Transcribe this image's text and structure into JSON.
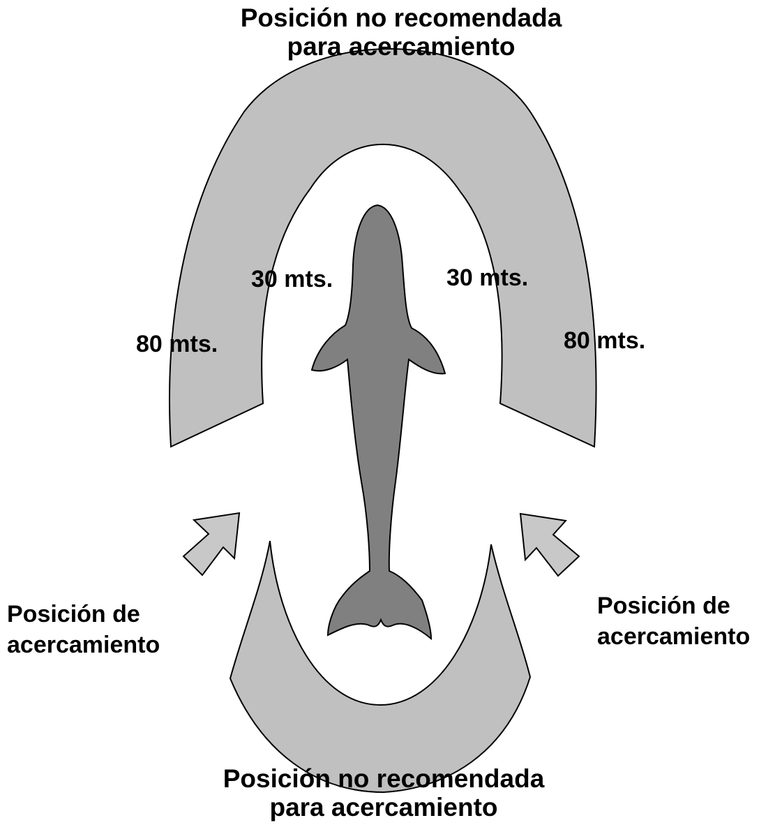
{
  "labels": {
    "top_line1": "Posición no recomendada",
    "top_line2": "para acercamiento",
    "bottom_line1": "Posición no recomendada",
    "bottom_line2": "para acercamiento",
    "inner_left": "30 mts.",
    "inner_right": "30 mts.",
    "outer_left": "80 mts.",
    "outer_right": "80 mts.",
    "approach_left_line1": "Posición de",
    "approach_left_line2": "acercamiento",
    "approach_right_line1": "Posición de",
    "approach_right_line2": "acercamiento"
  },
  "colors": {
    "zone_fill": "#c0c0c0",
    "whale_fill": "#808080",
    "arrow_fill": "#c8c8c8",
    "outline": "#000000"
  },
  "icons": {
    "whale": "whale-icon",
    "arrow_left": "arrow-up-right-icon",
    "arrow_right": "arrow-up-left-icon"
  }
}
